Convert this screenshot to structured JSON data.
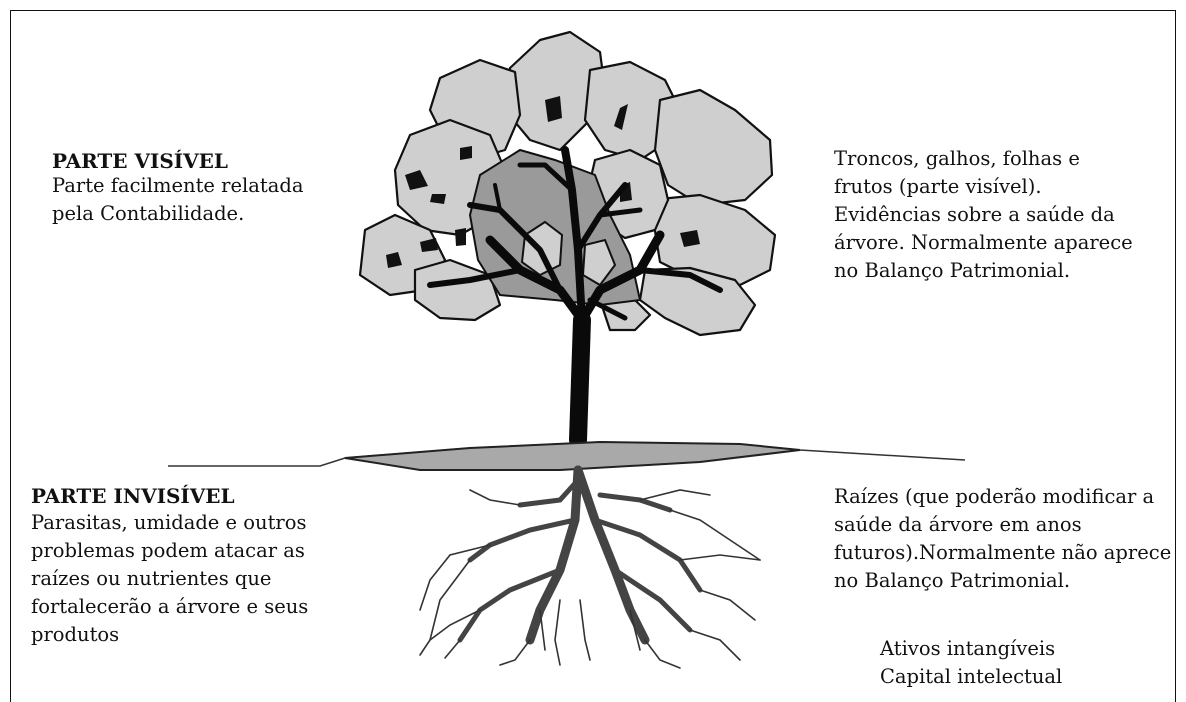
{
  "left": {
    "visible_title": "PARTE VISÍVEL",
    "visible_desc": "Parte facilmente relatada\npela Contabilidade.",
    "invisible_title": "PARTE INVISÍVEL",
    "invisible_desc": "Parasitas, umidade e outros\nproblemas podem atacar as\nraízes ou nutrientes que\nfortalecerão a árvore e seus\nprodutos"
  },
  "right": {
    "top_desc": "Troncos, galhos, folhas e\nfrutos (parte visível).\nEvidências sobre a saúde da\nárvore. Normalmente aparece\nno Balanço Patrimonial.",
    "bottom_desc": "Raízes (que poderão modificar a\nsaúde da árvore  em anos\nfuturos).Normalmente não aprece\nno Balanço Patrimonial.",
    "foot_desc": "Ativos intangíveis\nCapital intelectual"
  },
  "colors": {
    "foliage": "#cfcfcf",
    "inner_canopy": "#9a9a9a",
    "trunk": "#0a0a0a",
    "ground": "#a9a9a9",
    "roots": "#444444"
  }
}
